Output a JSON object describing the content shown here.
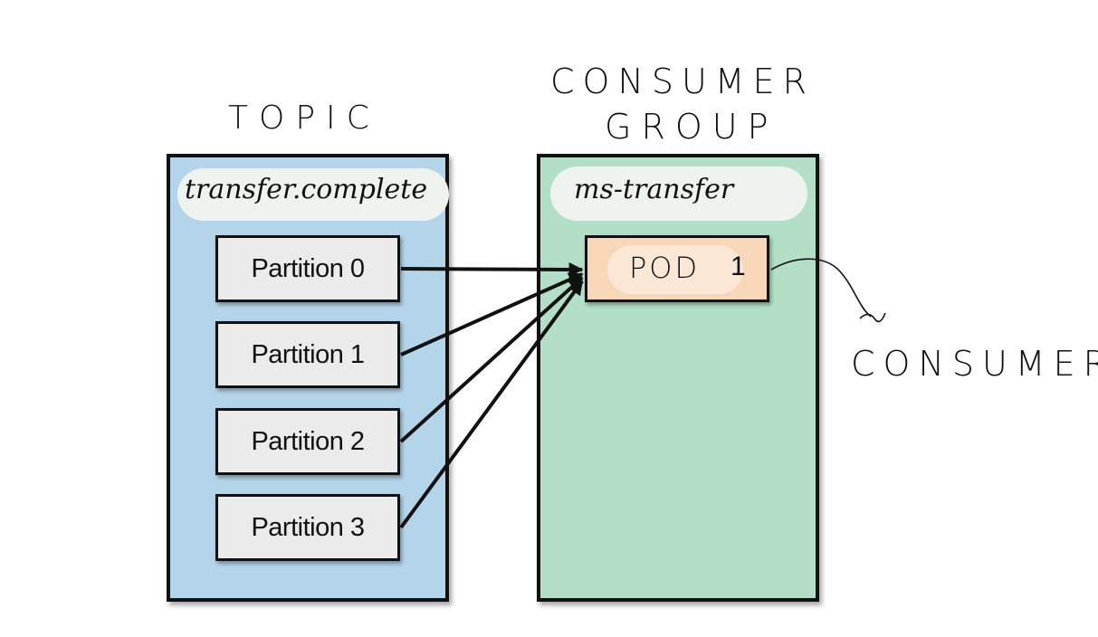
{
  "topic": {
    "heading": "TOPIC",
    "name": "transfer.complete",
    "partitions": [
      "Partition 0",
      "Partition 1",
      "Partition 2",
      "Partition 3"
    ]
  },
  "consumer_group": {
    "heading_line_1": "CONSUMER",
    "heading_line_2": "GROUP",
    "name": "ms-transfer",
    "pod": {
      "label": "POD",
      "number": "1"
    }
  },
  "consumer_label": "CONSUMER",
  "colors": {
    "topic_panel": "#b4d4ea",
    "group_panel": "#b2dfc6",
    "partition_box": "#ebebeb",
    "pod_box": "#f8d6b8",
    "stroke": "#111111"
  }
}
